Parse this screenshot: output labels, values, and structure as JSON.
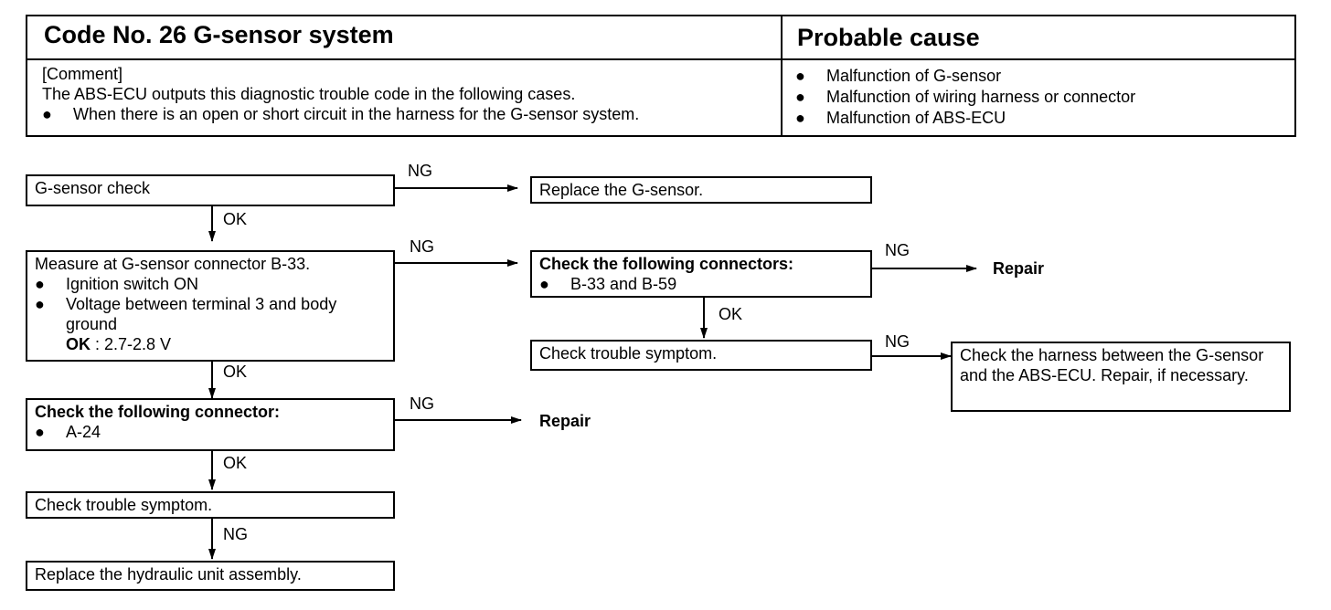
{
  "header": {
    "title": "Code No. 26 G-sensor system",
    "cause_title": "Probable cause",
    "comment_label": "[Comment]",
    "comment_text": "The ABS-ECU outputs this diagnostic trouble code in the following cases.",
    "comment_bullets": [
      "When there is an open or short circuit in the harness for the G-sensor system."
    ],
    "causes": [
      "Malfunction of G-sensor",
      "Malfunction of wiring harness or connector",
      "Malfunction of ABS-ECU"
    ]
  },
  "bullet_glyph": "●",
  "flow": {
    "step1": "G-sensor check",
    "step1_ng": "Replace the G-sensor.",
    "step2": {
      "title": "Measure at G-sensor connector B-33.",
      "bullets": [
        "Ignition switch ON",
        "Voltage between terminal 3 and body ground"
      ],
      "ok_label": "OK",
      "ok_value": ": 2.7-2.8 V"
    },
    "step2_ng": {
      "title": "Check the following connectors:",
      "bullets": [
        "B-33 and B-59"
      ]
    },
    "step2_ng_ng": "Repair",
    "step2_ng_ok": "Check trouble symptom.",
    "step2_ng_ok_ng": "Check the harness between the G-sensor and the ABS-ECU. Repair, if necessary.",
    "step3": {
      "title": "Check the following connector:",
      "bullets": [
        "A-24"
      ]
    },
    "step3_ng": "Repair",
    "step4": "Check trouble symptom.",
    "step5": "Replace the hydraulic unit assembly."
  },
  "labels": {
    "ok": "OK",
    "ng": "NG"
  }
}
